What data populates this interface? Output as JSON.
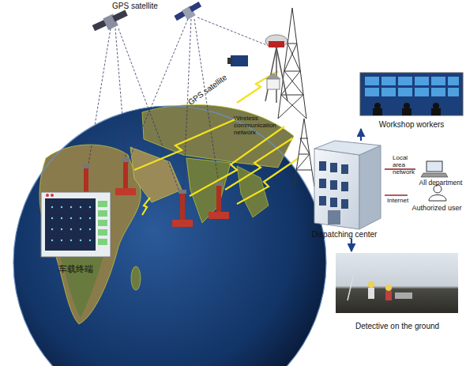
{
  "diagram": {
    "nodes": [
      {
        "text": [
          "Workshop workers"
        ]
      },
      {
        "text": [
          "All department"
        ]
      },
      {
        "text": [
          "Dispatching center"
        ]
      },
      {
        "text": [
          "Authorized user"
        ]
      },
      {
        "text": [
          "车载终端"
        ]
      },
      {
        "text": [
          "Detective on the ground"
        ]
      }
    ],
    "edges": [
      {
        "from": 2,
        "to": 0,
        "arrow": "to"
      },
      {
        "from": 2,
        "to": 1,
        "label": "Local area network",
        "arrow": "none"
      },
      {
        "from": 2,
        "to": 3,
        "label": "Internet",
        "arrow": "none"
      },
      {
        "from": 2,
        "to": 5,
        "arrow": "to"
      }
    ],
    "labels": [
      "GPS satellite",
      "GPS satellite",
      "Wireless communication network"
    ]
  }
}
